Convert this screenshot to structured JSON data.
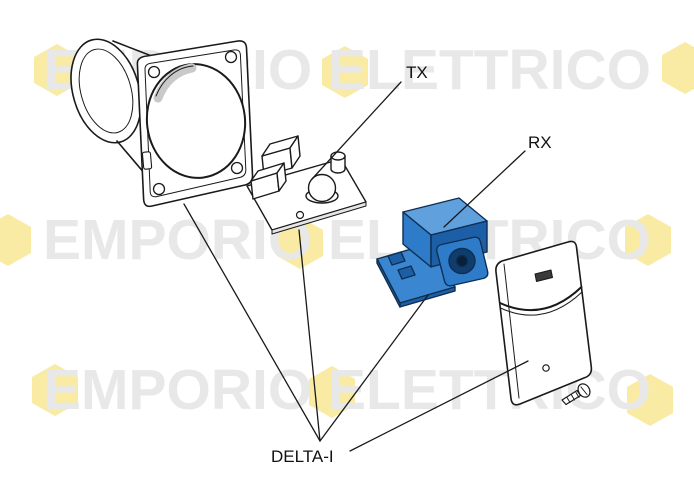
{
  "watermark": {
    "text": "EMPORIO ELETTRICO",
    "text_color": "#e8e8e8",
    "hexagon_color": "#f3d84a"
  },
  "labels": {
    "tx": "TX",
    "rx": "RX",
    "model": "DELTA-I"
  },
  "diagram": {
    "type": "exploded-product-diagram",
    "line_color": "#1a1a1a",
    "parts": [
      {
        "name": "photocell-housing"
      },
      {
        "name": "tx-board"
      },
      {
        "name": "rx-module",
        "color": "#2e7cc9"
      },
      {
        "name": "front-cover"
      },
      {
        "name": "screw"
      }
    ]
  }
}
